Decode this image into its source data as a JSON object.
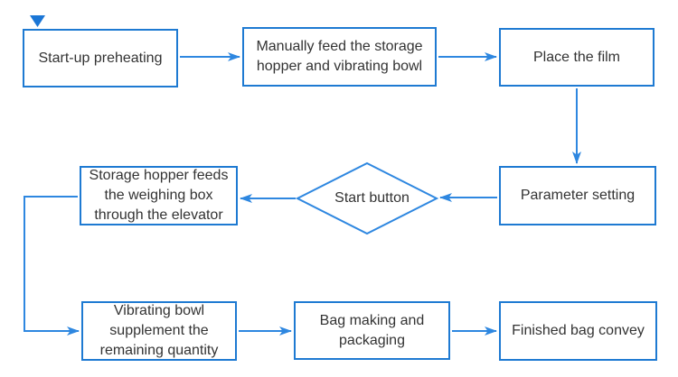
{
  "diagram": {
    "type": "flowchart",
    "colors": {
      "box_border": "#1e7ad2",
      "connector": "#2e87e0",
      "text": "#333333",
      "corner_marker": "#1b76d6",
      "background": "#ffffff"
    },
    "corner_marker_icon": "down-triangle",
    "nodes": {
      "startup": {
        "shape": "rect",
        "label": "Start-up preheating"
      },
      "feed": {
        "shape": "rect",
        "label": "Manually feed the storage\nhopper and vibrating bowl"
      },
      "film": {
        "shape": "rect",
        "label": "Place the film"
      },
      "parameter": {
        "shape": "rect",
        "label": "Parameter setting"
      },
      "start_button": {
        "shape": "diamond",
        "label": "Start button"
      },
      "storage": {
        "shape": "rect",
        "label": "Storage hopper feeds\nthe weighing box\nthrough the elevator"
      },
      "vibrating": {
        "shape": "rect",
        "label": "Vibrating bowl\nsupplement the\nremaining quantity"
      },
      "bag": {
        "shape": "rect",
        "label": "Bag making and\npackaging"
      },
      "finished": {
        "shape": "rect",
        "label": "Finished bag convey"
      }
    },
    "edges": [
      {
        "from": "startup",
        "to": "feed"
      },
      {
        "from": "feed",
        "to": "film"
      },
      {
        "from": "film",
        "to": "parameter"
      },
      {
        "from": "parameter",
        "to": "start_button"
      },
      {
        "from": "start_button",
        "to": "storage"
      },
      {
        "from": "storage",
        "to": "vibrating"
      },
      {
        "from": "vibrating",
        "to": "bag"
      },
      {
        "from": "bag",
        "to": "finished"
      }
    ]
  }
}
